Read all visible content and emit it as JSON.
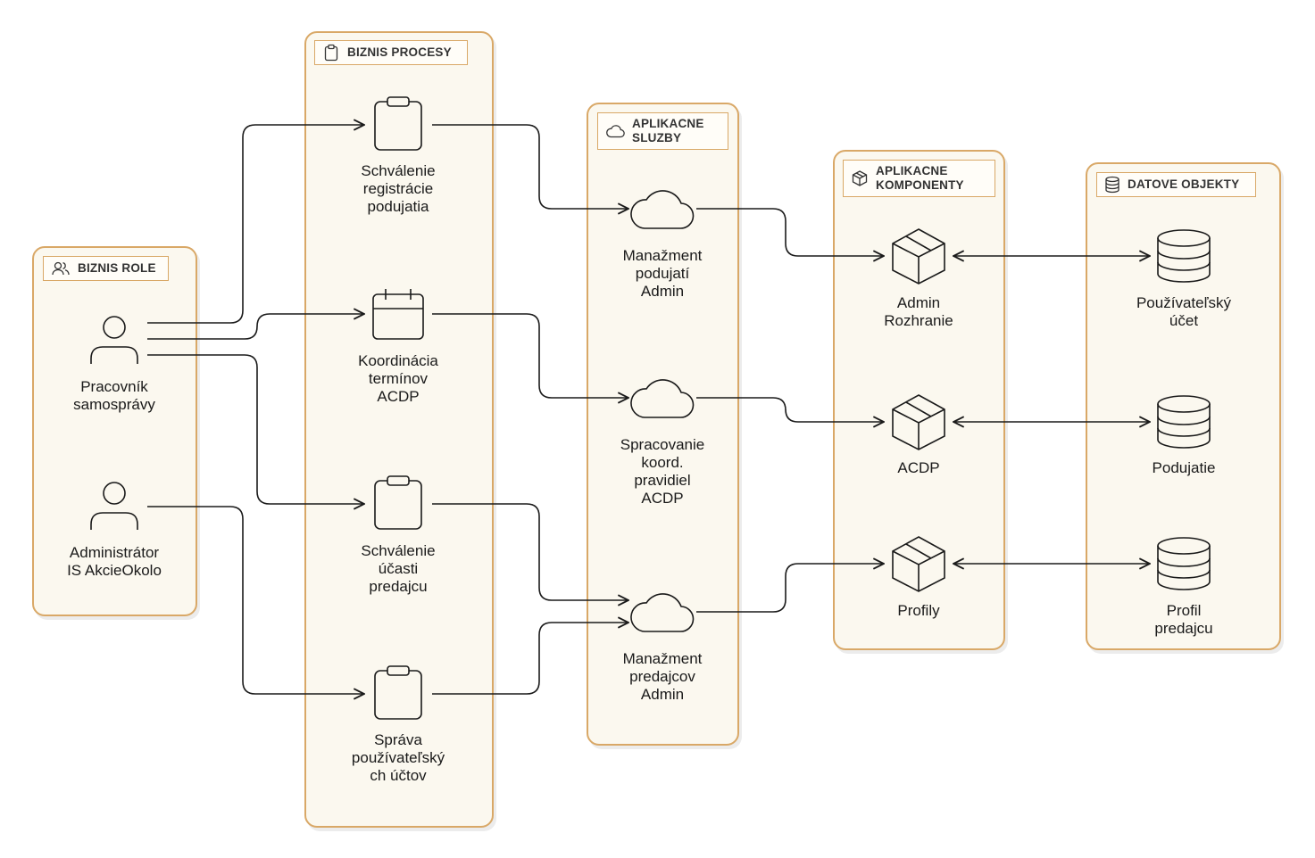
{
  "lanes": {
    "roles": {
      "title": "BIZNIS ROLE",
      "icon": "users-icon"
    },
    "processes": {
      "title": "BIZNIS PROCESY",
      "icon": "clipboard-icon"
    },
    "services": {
      "title": "APLIKACNE\nSLUZBY",
      "icon": "cloud-icon"
    },
    "components": {
      "title": "APLIKACNE\nKOMPONENTY",
      "icon": "box-icon"
    },
    "data": {
      "title": "DATOVE OBJEKTY",
      "icon": "database-icon"
    }
  },
  "nodes": {
    "role_pracovnik": {
      "label": "Pracovník\nsamosprávy",
      "icon": "user-icon"
    },
    "role_admin": {
      "label": "Administrátor\nIS AkcieOkolo",
      "icon": "user-icon"
    },
    "proc_schvalenie_reg": {
      "label": "Schválenie\nregistrácie\npodujatia",
      "icon": "clipboard-icon"
    },
    "proc_koordinacia": {
      "label": "Koordinácia\ntermínov\nACDP",
      "icon": "calendar-icon"
    },
    "proc_schvalenie_ucasti": {
      "label": "Schválenie\núčasti\npredajcu",
      "icon": "clipboard-icon"
    },
    "proc_sprava": {
      "label": "Správa\npoužívateľský\nch účtov",
      "icon": "clipboard-icon"
    },
    "svc_manazment_pod": {
      "label": "Manažment\npodujatí\nAdmin",
      "icon": "cloud-icon"
    },
    "svc_spracovanie": {
      "label": "Spracovanie\nkoord.\npravidiel\nACDP",
      "icon": "cloud-icon"
    },
    "svc_manazment_pred": {
      "label": "Manažment\npredajcov\nAdmin",
      "icon": "cloud-icon"
    },
    "comp_admin": {
      "label": "Admin\nRozhranie",
      "icon": "box-icon"
    },
    "comp_acdp": {
      "label": "ACDP",
      "icon": "box-icon"
    },
    "comp_profily": {
      "label": "Profily",
      "icon": "box-icon"
    },
    "data_ucet": {
      "label": "Používateľský\núčet",
      "icon": "database-icon"
    },
    "data_podujatie": {
      "label": "Podujatie",
      "icon": "database-icon"
    },
    "data_profil": {
      "label": "Profil\npredajcu",
      "icon": "database-icon"
    }
  },
  "edges": [
    {
      "from": "role_pracovnik",
      "to": "proc_schvalenie_reg",
      "direction": "forward"
    },
    {
      "from": "role_pracovnik",
      "to": "proc_koordinacia",
      "direction": "forward"
    },
    {
      "from": "role_pracovnik",
      "to": "proc_schvalenie_ucasti",
      "direction": "forward"
    },
    {
      "from": "role_admin",
      "to": "proc_sprava",
      "direction": "forward"
    },
    {
      "from": "proc_schvalenie_reg",
      "to": "svc_manazment_pod",
      "direction": "forward"
    },
    {
      "from": "proc_koordinacia",
      "to": "svc_spracovanie",
      "direction": "forward"
    },
    {
      "from": "proc_schvalenie_ucasti",
      "to": "svc_manazment_pred",
      "direction": "forward"
    },
    {
      "from": "proc_sprava",
      "to": "svc_manazment_pred",
      "direction": "forward"
    },
    {
      "from": "svc_manazment_pod",
      "to": "comp_admin",
      "direction": "forward"
    },
    {
      "from": "svc_spracovanie",
      "to": "comp_acdp",
      "direction": "forward"
    },
    {
      "from": "svc_manazment_pred",
      "to": "comp_profily",
      "direction": "forward"
    },
    {
      "from": "comp_admin",
      "to": "data_ucet",
      "direction": "both"
    },
    {
      "from": "comp_acdp",
      "to": "data_podujatie",
      "direction": "both"
    },
    {
      "from": "comp_profily",
      "to": "data_profil",
      "direction": "both"
    }
  ],
  "colors": {
    "lane_border": "#d9a867",
    "lane_fill": "#fbf8ef",
    "stroke": "#1a1a1a"
  }
}
